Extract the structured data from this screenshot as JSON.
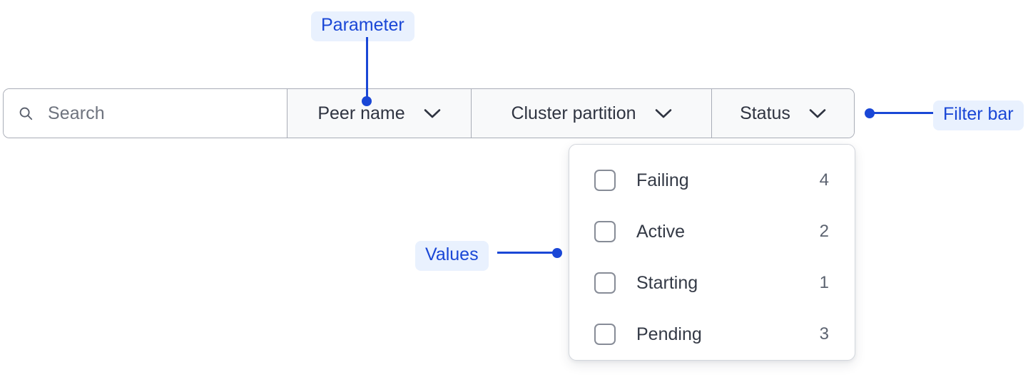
{
  "filter_bar": {
    "search": {
      "icon": "search-icon",
      "placeholder": "Search",
      "value": ""
    },
    "segments": [
      {
        "label": "Peer name",
        "icon": "chevron-down-icon"
      },
      {
        "label": "Cluster partition",
        "icon": "chevron-down-icon"
      },
      {
        "label": "Status",
        "icon": "chevron-down-icon"
      }
    ]
  },
  "status_dropdown": {
    "items": [
      {
        "label": "Failing",
        "count": "4",
        "checked": false
      },
      {
        "label": "Active",
        "count": "2",
        "checked": false
      },
      {
        "label": "Starting",
        "count": "1",
        "checked": false
      },
      {
        "label": "Pending",
        "count": "3",
        "checked": false
      }
    ]
  },
  "annotations": {
    "parameter": "Parameter",
    "values": "Values",
    "filter_bar": "Filter bar"
  },
  "colors": {
    "annotation_text": "#1a47d6",
    "annotation_badge_bg": "#e9f1fe",
    "bar_border": "#a9adb7",
    "segment_bg": "#f8f9fa",
    "label_text": "#343a46",
    "count_text": "#5c6370",
    "placeholder_text": "#6e737e"
  }
}
